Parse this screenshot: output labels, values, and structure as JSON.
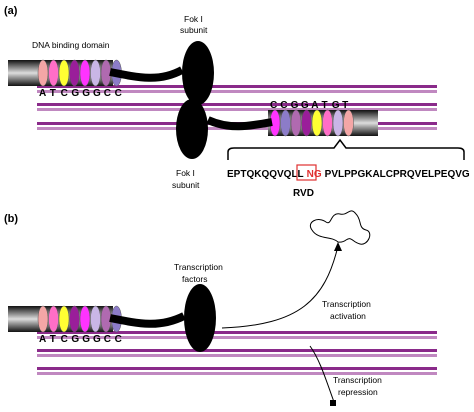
{
  "panel_a": {
    "label": "(a)",
    "dna_binding_domain": "DNA binding domain",
    "fok_top": [
      "Fok I",
      "subunit"
    ],
    "fok_bottom": [
      "Fok I",
      "subunit"
    ],
    "left_sequence": [
      "A",
      "T",
      "C",
      "G",
      "G",
      "G",
      "C",
      "C"
    ],
    "right_sequence": [
      "C",
      "C",
      "G",
      "G",
      "A",
      "T",
      "G",
      "T"
    ],
    "repeat_seq_before": "EPTQKQQVQLL",
    "rvd_highlight": "NG",
    "repeat_seq_after": "PVLPPGKALCPRQVELPEQVG",
    "rvd_label": "RVD"
  },
  "panel_b": {
    "label": "(b)",
    "sequence": [
      "A",
      "T",
      "C",
      "G",
      "G",
      "G",
      "C",
      "C"
    ],
    "tf_label": [
      "Transcription",
      "factors"
    ],
    "activation_label": [
      "Transcription",
      "activation"
    ],
    "repression_label": [
      "Transcription",
      "repression"
    ]
  },
  "colors": {
    "dna_stripe": "#8a2a8a",
    "highlight_box": "#e03030",
    "module_colors": [
      "#f4a6a6",
      "#ff6ec7",
      "#ffff33",
      "#9a1e9a",
      "#ff33ff",
      "#c9b6e6",
      "#b06ab0",
      "#8c7cc8"
    ]
  }
}
